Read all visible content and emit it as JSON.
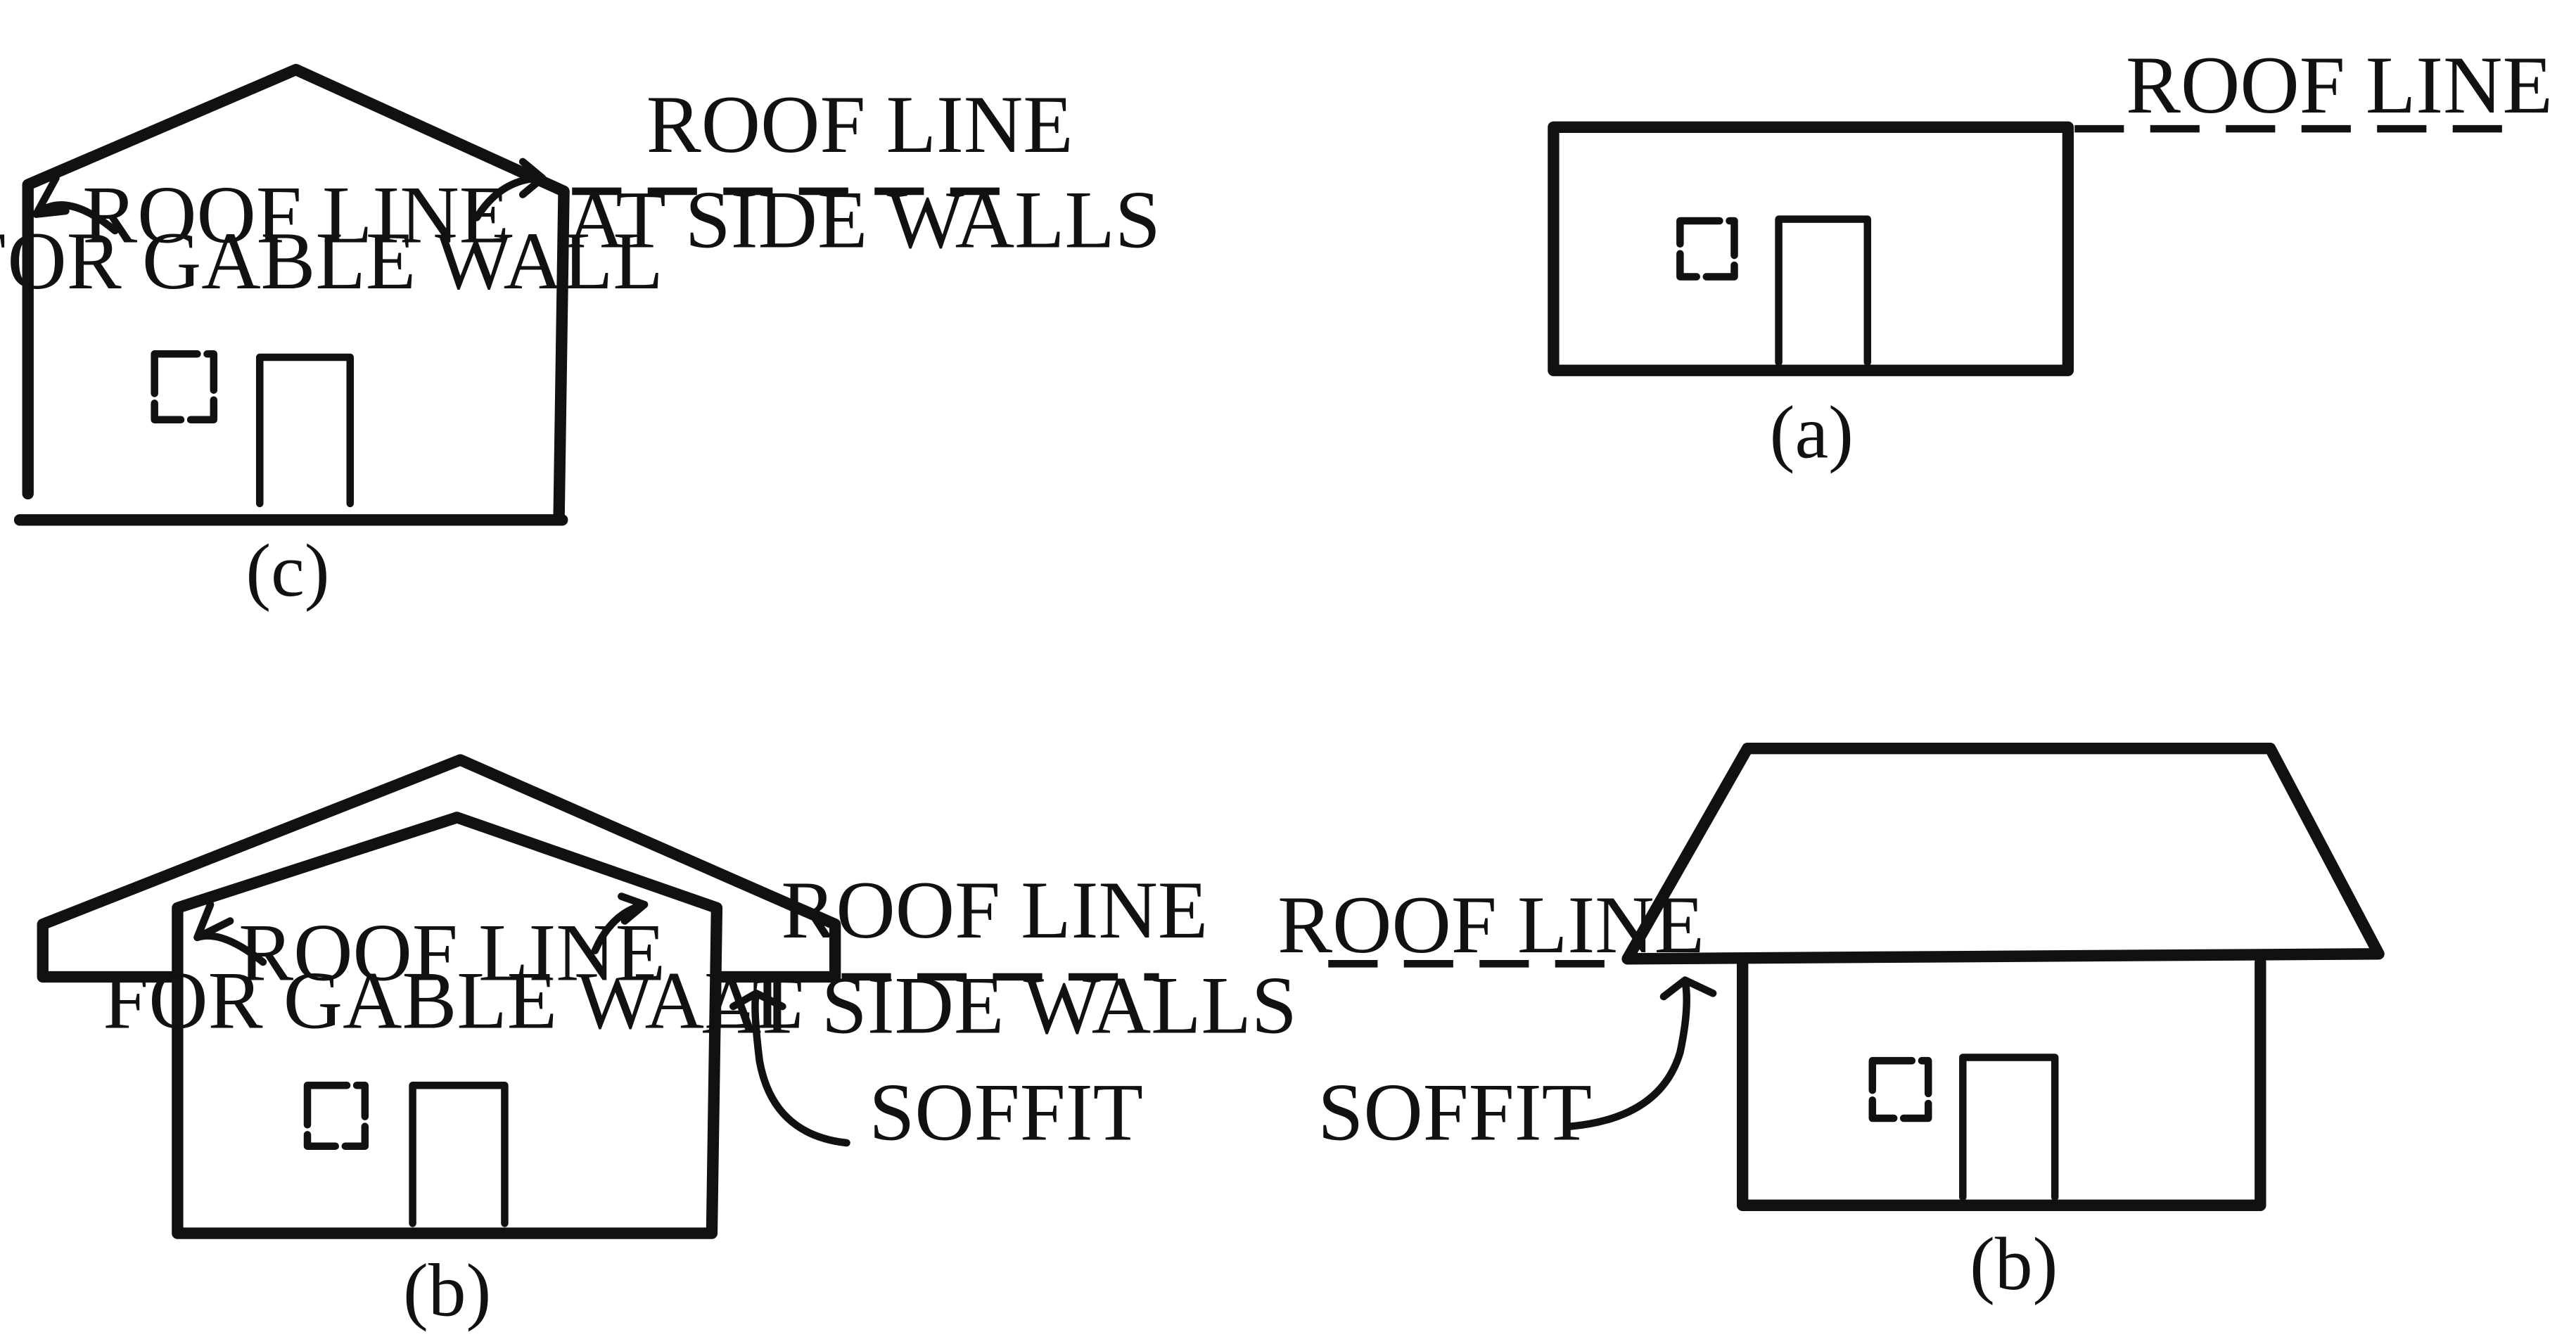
{
  "figure": {
    "panel_a": {
      "caption": "(a)",
      "roof_line_label": "ROOF LINE"
    },
    "panel_c": {
      "caption": "(c)",
      "roof_line_label": "ROOF LINE",
      "side_walls_label": "AT SIDE WALLS",
      "gable_label_line1": "ROOF LINE",
      "gable_label_line2": "FOR GABLE WALL"
    },
    "panel_b_gable": {
      "caption": "(b)",
      "roof_line_label": "ROOF LINE",
      "side_walls_label": "AT SIDE WALLS",
      "gable_label_line1": "ROOF LINE",
      "gable_label_line2": "FOR GABLE WALL",
      "soffit_label": "SOFFIT"
    },
    "panel_b_hip": {
      "caption": "(b)",
      "roof_line_label": "ROOF LINE",
      "soffit_label": "SOFFIT"
    }
  }
}
